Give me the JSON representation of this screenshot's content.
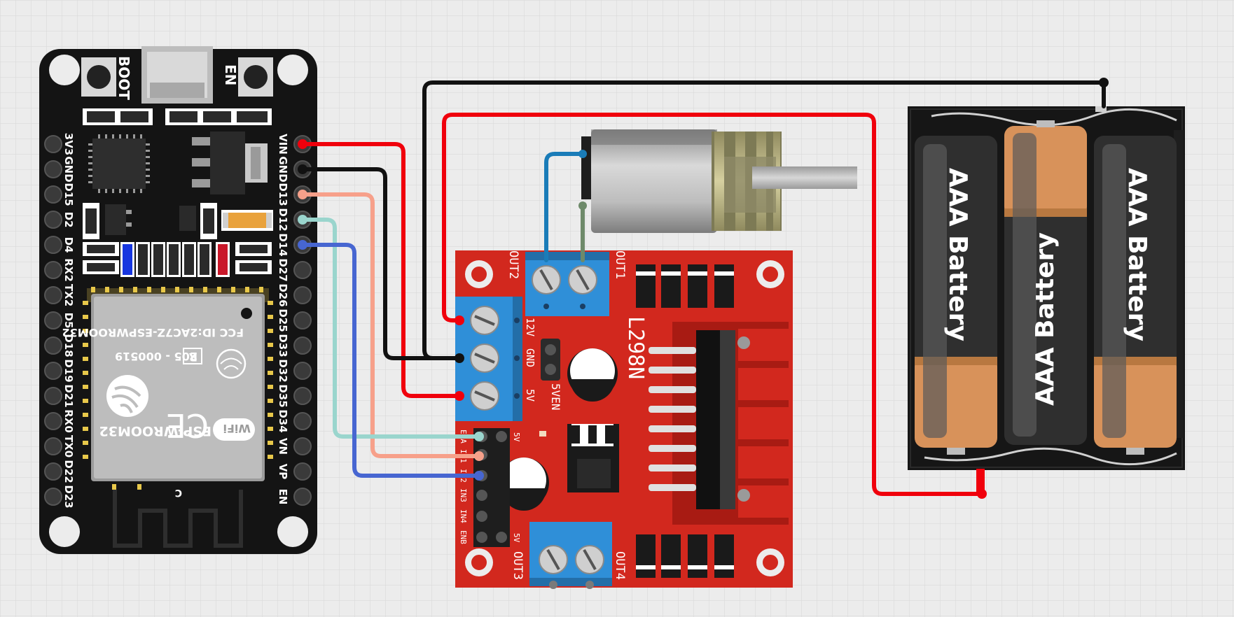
{
  "colors": {
    "background": "#ececec",
    "grid": "#d6d6d6",
    "esp32_board": "#141414",
    "driver_board": "#d2281e",
    "terminal_block": "#2f8fd8",
    "wire_red": "#f0000c",
    "wire_black": "#111111",
    "wire_salmon": "#f7a08a",
    "wire_teal": "#9ad5cd",
    "wire_blue": "#4766d1",
    "wire_motor_blue": "#1a7cb8",
    "wire_motor_gray": "#6e8a6a",
    "battery_copper": "#d8925a",
    "battery_dark": "#2f2f2f",
    "battery_holder": "#161616"
  },
  "esp32": {
    "boot_label": "BOOT",
    "en_label": "EN",
    "left_pins": [
      "3V3",
      "GND",
      "D15",
      "D2",
      "D4",
      "RX2",
      "TX2",
      "D5",
      "D18",
      "D19",
      "D21",
      "RX0",
      "TX0",
      "D22",
      "D23"
    ],
    "right_pins": [
      "VIN",
      "GND",
      "D13",
      "D12",
      "D14",
      "D27",
      "D26",
      "D25",
      "D33",
      "D32",
      "D35",
      "D34",
      "VN",
      "VP",
      "EN"
    ],
    "module": {
      "fcc": "FCC ID:2AC7Z-ESPWROOM32",
      "r_code": "205 - 000519",
      "ce": "CE",
      "r_mark": "R",
      "wifi": "WiFi",
      "model": "ESP-WROOM32"
    },
    "antenna_mark": "C"
  },
  "driver": {
    "name": "L298N",
    "out1": "OUT1",
    "out2": "OUT2",
    "out3": "OUT3",
    "out4": "OUT4",
    "power_labels": [
      "12V",
      "GND",
      "5V"
    ],
    "jumper_label": "5VEN",
    "header_labels": [
      "ENA",
      "IN1",
      "IN2",
      "IN3",
      "IN4",
      "ENB"
    ],
    "five_v_top": "5V",
    "five_v_bottom": "5V"
  },
  "battery": {
    "cells": [
      "AAA Battery",
      "AAA Battery",
      "AAA Battery"
    ]
  }
}
